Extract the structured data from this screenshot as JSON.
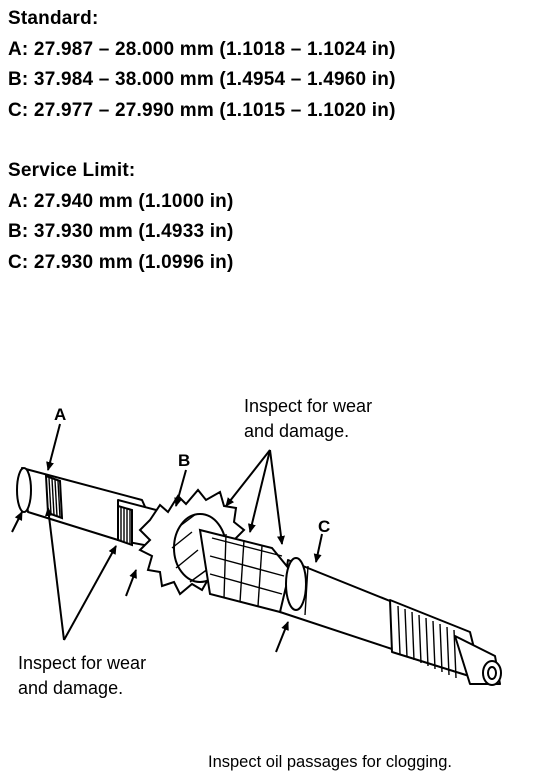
{
  "standard": {
    "heading": "Standard:",
    "lines": [
      "A: 27.987 – 28.000 mm (1.1018 – 1.1024 in)",
      "B: 37.984 – 38.000 mm (1.4954 – 1.4960 in)",
      "C: 27.977 – 27.990 mm (1.1015 – 1.1020 in)"
    ]
  },
  "service_limit": {
    "heading": "Service Limit:",
    "lines": [
      "A: 27.940 mm (1.1000 in)",
      "B: 37.930 mm (1.4933 in)",
      "C: 27.930 mm (1.0996 in)"
    ]
  },
  "diagram": {
    "labels": {
      "a": "A",
      "b": "B",
      "c": "C",
      "wear_top_line1": "Inspect for wear",
      "wear_top_line2": "and damage.",
      "wear_left_line1": "Inspect for wear",
      "wear_left_line2": "and damage.",
      "oil": "Inspect oil passages for clogging."
    }
  }
}
